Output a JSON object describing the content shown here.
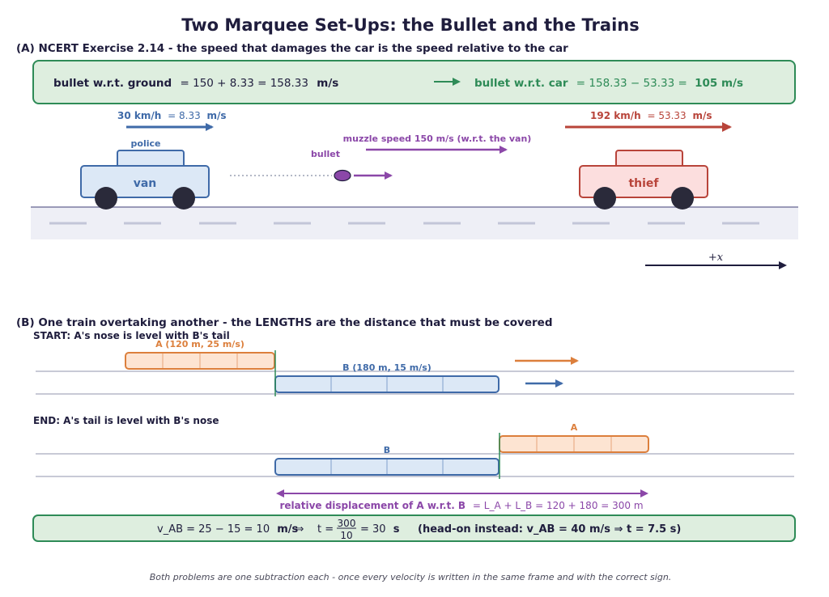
{
  "title": "Two Marquee Set-Ups: the Bullet and the Trains",
  "partA": {
    "heading": "(A)  NCERT Exercise 2.14  -  the speed that damages the car is the speed relative to the car",
    "box": {
      "left_label": "bullet w.r.t. ground",
      "left_eq": "= 150 + 8.33 = 158.33",
      "left_unit": "m/s",
      "right_label": "bullet w.r.t. car",
      "right_eq": "= 158.33 − 53.33 =",
      "right_value": "105 m/s"
    },
    "van": {
      "label": "van",
      "tag": "police",
      "speed_kmh": "30 km/h",
      "speed_ms": "= 8.33",
      "speed_unit": "m/s"
    },
    "bullet": {
      "label": "bullet",
      "muzzle": "muzzle speed 150 m/s (w.r.t. the van)"
    },
    "thief": {
      "label": "thief",
      "speed_kmh": "192 km/h",
      "speed_ms": "= 53.33",
      "speed_unit": "m/s"
    },
    "axis_label": "+x"
  },
  "partB": {
    "heading": "(B)  One train overtaking another  -  the LENGTHS are the distance that must be covered",
    "start_label": "START:  A's nose is level with B's tail",
    "end_label": "END:  A's tail is level with B's nose",
    "trainA_label": "A   (120 m,  25 m/s)",
    "trainB_label": "B   (180 m,  15 m/s)",
    "trainA_short": "A",
    "trainB_short": "B",
    "rel_disp_text": "relative displacement of A w.r.t. B",
    "rel_disp_eq": "= L_A + L_B = 120 + 180 = 300 m",
    "formula": {
      "vab": "v_AB = 25 − 15 = 10",
      "vab_unit": "m/s",
      "arrow": "⇒",
      "t_lhs": "t =",
      "t_num": "300",
      "t_den": "10",
      "t_rhs": "= 30",
      "t_unit": "s",
      "headon": "(head-on instead: v_AB = 40 m/s ⇒ t = 7.5 s)"
    }
  },
  "footer": "Both problems are one subtraction each - once every velocity is written in the same frame and with the correct sign.",
  "colors": {
    "blue": "#3f6aa8",
    "red": "#b8443a",
    "green": "#2e8b57",
    "purple": "#8b47a8",
    "orange": "#dc7f3c",
    "navy": "#1f1d3d"
  }
}
